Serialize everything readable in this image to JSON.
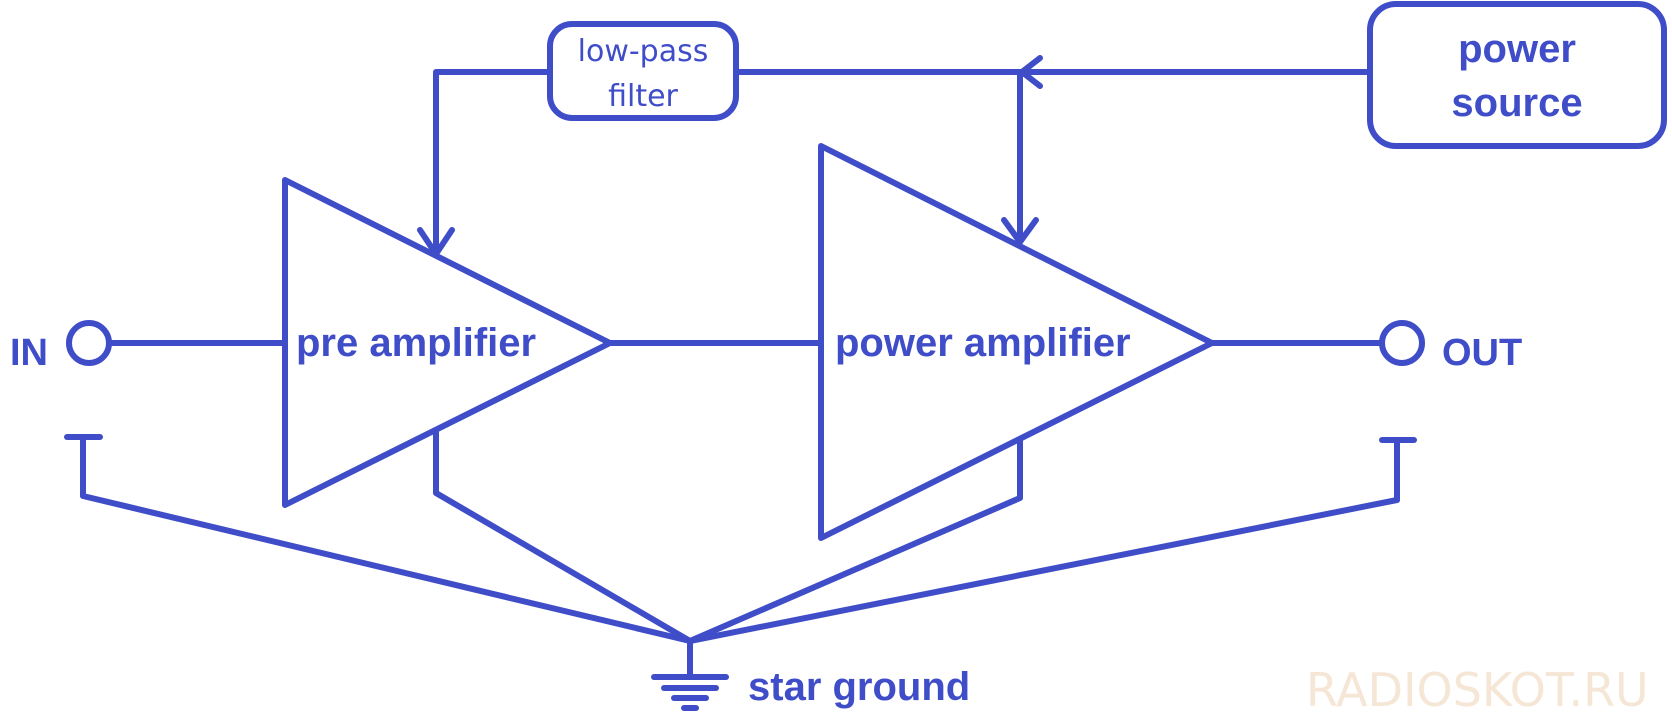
{
  "diagram": {
    "type": "block-diagram",
    "subject": "amplifier star grounding scheme",
    "colors": {
      "line": "#3f4dc8",
      "background": "#ffffff",
      "watermark": "#f5e6d6"
    },
    "terminals": {
      "input": {
        "label": "IN"
      },
      "output": {
        "label": "OUT"
      }
    },
    "blocks": {
      "low_pass_filter": {
        "line1": "low-pass",
        "line2": "filter"
      },
      "power_source": {
        "line1": "power",
        "line2": "source"
      },
      "pre_amplifier": {
        "label": "pre amplifier"
      },
      "power_amplifier": {
        "label": "power amplifier"
      }
    },
    "ground": {
      "label": "star ground"
    },
    "connections": [
      "power source -> power amplifier (supply)",
      "power source -> low-pass filter -> pre amplifier (supply)",
      "IN -> pre amplifier -> power amplifier -> OUT",
      "IN ground, pre amplifier ground, power amplifier ground, OUT ground -> star ground"
    ],
    "watermark": "RADIOSKOT.RU"
  }
}
